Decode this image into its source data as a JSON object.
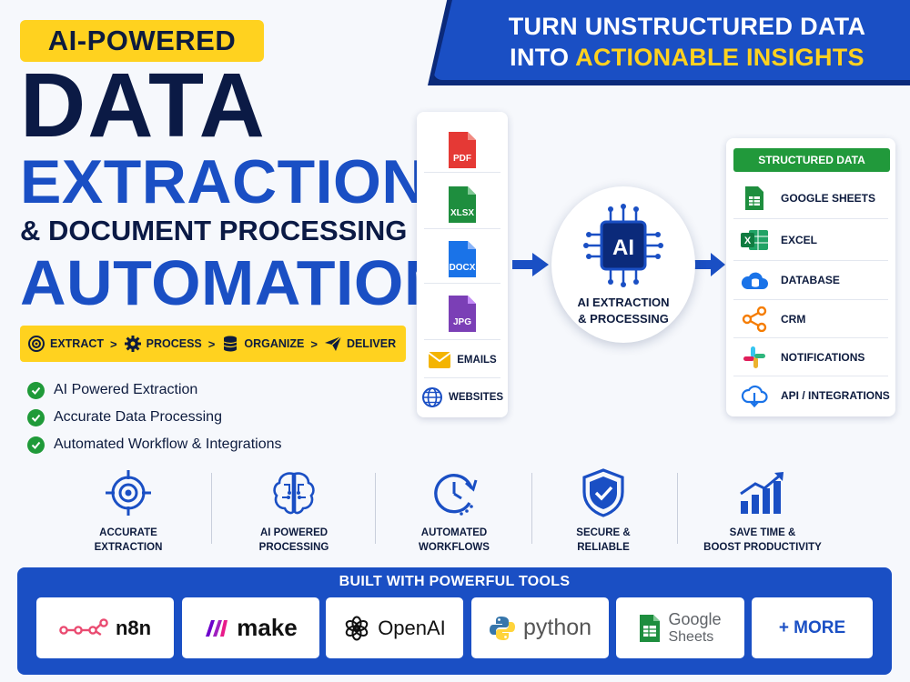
{
  "hero": {
    "badge": "AI-POWERED",
    "line1": "DATA",
    "line2": "EXTRACTION",
    "line3": "& DOCUMENT PROCESSING",
    "line4": "AUTOMATION"
  },
  "steps": [
    {
      "label": "EXTRACT",
      "icon": "target-icon"
    },
    {
      "label": "PROCESS",
      "icon": "gear-icon"
    },
    {
      "label": "ORGANIZE",
      "icon": "database-icon"
    },
    {
      "label": "DELIVER",
      "icon": "paper-plane-icon"
    }
  ],
  "benefits": [
    "AI Powered Extraction",
    "Accurate Data Processing",
    "Automated Workflow & Integrations"
  ],
  "banner": {
    "line1": "TURN UNSTRUCTURED DATA",
    "line2_prefix": "INTO ",
    "line2_highlight": "ACTIONABLE INSIGHTS"
  },
  "sources": [
    {
      "label": "PDF",
      "color": "#e53935"
    },
    {
      "label": "XLSX",
      "color": "#1e8e3e"
    },
    {
      "label": "DOCX",
      "color": "#1a73e8"
    },
    {
      "label": "JPG",
      "color": "#7b3fb6"
    },
    {
      "label": "EMAILS",
      "color": "#f4b400"
    },
    {
      "label": "WEBSITES",
      "color": "#1a4fc4"
    }
  ],
  "ai": {
    "chip_label": "AI",
    "caption_line1": "AI EXTRACTION",
    "caption_line2": "& PROCESSING"
  },
  "structured": {
    "header": "STRUCTURED DATA",
    "items": [
      "GOOGLE SHEETS",
      "EXCEL",
      "DATABASE",
      "CRM",
      "NOTIFICATIONS",
      "API / INTEGRATIONS"
    ]
  },
  "features": [
    {
      "line1": "ACCURATE",
      "line2": "EXTRACTION"
    },
    {
      "line1": "AI POWERED",
      "line2": "PROCESSING"
    },
    {
      "line1": "AUTOMATED",
      "line2": "WORKFLOWS"
    },
    {
      "line1": "SECURE &",
      "line2": "RELIABLE"
    },
    {
      "line1": "SAVE TIME &",
      "line2": "BOOST PRODUCTIVITY"
    }
  ],
  "tools": {
    "title": "BUILT WITH POWERFUL TOOLS",
    "items": [
      "n8n",
      "make",
      "OpenAI",
      "python",
      "Google",
      "Sheets",
      "+ MORE"
    ]
  },
  "colors": {
    "brand_blue": "#1a4fc4",
    "navy": "#0b1a45",
    "yellow": "#ffd21f",
    "green": "#21993b"
  }
}
